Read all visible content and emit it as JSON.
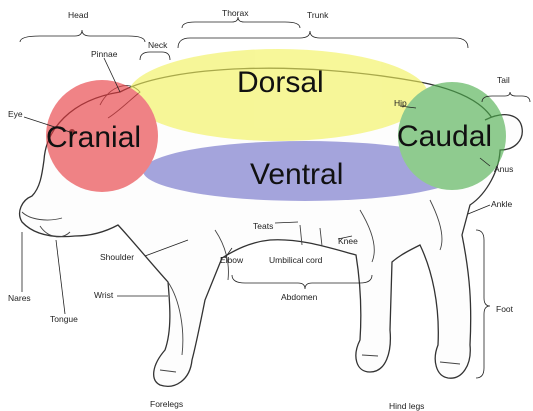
{
  "regions": {
    "head": "Head",
    "neck": "Neck",
    "thorax": "Thorax",
    "trunk": "Trunk",
    "tail": "Tail",
    "abdomen": "Abdomen",
    "foot": "Foot",
    "forelegs": "Forelegs",
    "hind_legs": "Hind legs"
  },
  "parts": {
    "pinnae": "Pinnae",
    "eye": "Eye",
    "hip": "Hip",
    "anus": "Anus",
    "ankle": "Ankle",
    "teats": "Teats",
    "knee": "Knee",
    "umbilical_cord": "Umbilical cord",
    "elbow": "Elbow",
    "shoulder": "Shoulder",
    "wrist": "Wrist",
    "nares": "Nares",
    "tongue": "Tongue"
  },
  "directions": {
    "cranial": {
      "label": "Cranial",
      "color": "#e8383d"
    },
    "dorsal": {
      "label": "Dorsal",
      "color": "#f2f25a"
    },
    "ventral": {
      "label": "Ventral",
      "color": "#6f6fc8"
    },
    "caudal": {
      "label": "Caudal",
      "color": "#4cae4c"
    }
  }
}
